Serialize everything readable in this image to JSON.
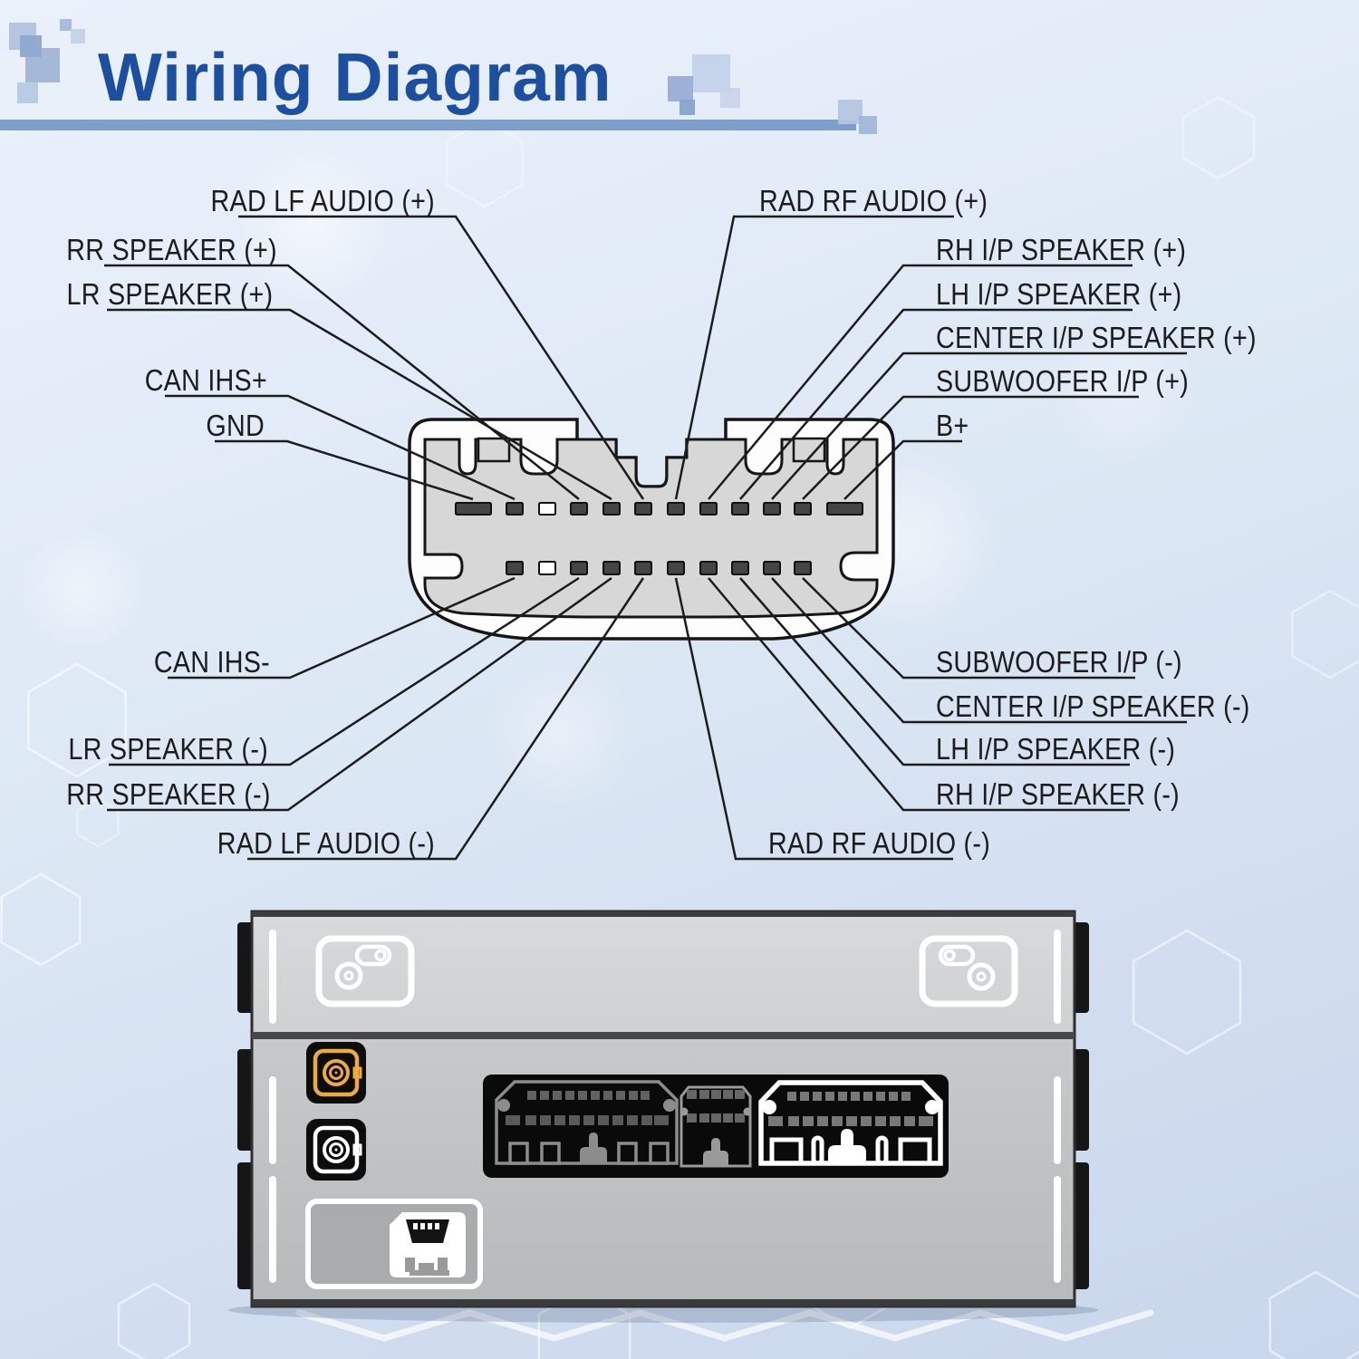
{
  "title": "Wiring Diagram",
  "colors": {
    "title_blue": "#1d4fa1",
    "title_bar": "#7e9fc9",
    "label_text": "#1c1c1c",
    "connector_fill": "#d7d7d7",
    "pin_dark": "#454545",
    "rear_panel_black": "#0a0a0a",
    "fakra_yellow": "#ecaa3f",
    "background_top": "#eaf1fb",
    "background_bottom": "#c8d6eb"
  },
  "connector": {
    "type": "24-way car radio harness connector, rear view",
    "top_row": {
      "pin_count": 12,
      "pins_left_to_right": [
        "GND",
        "CAN IHS+",
        "(unlabeled)",
        "RR SPEAKER (+)",
        "LR SPEAKER (+)",
        "RAD LF AUDIO (+)",
        "RAD RF AUDIO (+)",
        "RH I/P SPEAKER (+)",
        "LH I/P SPEAKER (+)",
        "CENTER I/P SPEAKER (+)",
        "SUBWOOFER I/P (+)",
        "B+"
      ]
    },
    "bottom_row": {
      "pin_count": 10,
      "pins_left_to_right": [
        "CAN IHS-",
        "(unlabeled)",
        "LR SPEAKER (-)",
        "RR SPEAKER (-)",
        "RAD LF AUDIO (-)",
        "RAD RF AUDIO (-)",
        "RH I/P SPEAKER (-)",
        "LH I/P SPEAKER (-)",
        "CENTER I/P SPEAKER (-)",
        "SUBWOOFER I/P (-)"
      ]
    }
  },
  "pin_labels": {
    "top_left": [
      {
        "text": "RAD LF AUDIO (+)"
      },
      {
        "text": "RR SPEAKER (+)"
      },
      {
        "text": "LR SPEAKER (+)"
      },
      {
        "text": "CAN IHS+"
      },
      {
        "text": "GND"
      }
    ],
    "top_right": [
      {
        "text": "RAD RF AUDIO (+)"
      },
      {
        "text": "RH I/P SPEAKER (+)"
      },
      {
        "text": "LH I/P SPEAKER (+)"
      },
      {
        "text": "CENTER I/P SPEAKER (+)"
      },
      {
        "text": "SUBWOOFER I/P (+)"
      },
      {
        "text": "B+"
      }
    ],
    "bottom_left": [
      {
        "text": "CAN IHS-"
      },
      {
        "text": "LR SPEAKER (-)"
      },
      {
        "text": "RR SPEAKER (-)"
      },
      {
        "text": "RAD LF AUDIO (-)"
      }
    ],
    "bottom_right": [
      {
        "text": "SUBWOOFER I/P (-)"
      },
      {
        "text": "CENTER I/P SPEAKER (-)"
      },
      {
        "text": "LH I/P SPEAKER (-)"
      },
      {
        "text": "RH I/P SPEAKER (-)"
      },
      {
        "text": "RAD RF AUDIO (-)"
      }
    ]
  }
}
